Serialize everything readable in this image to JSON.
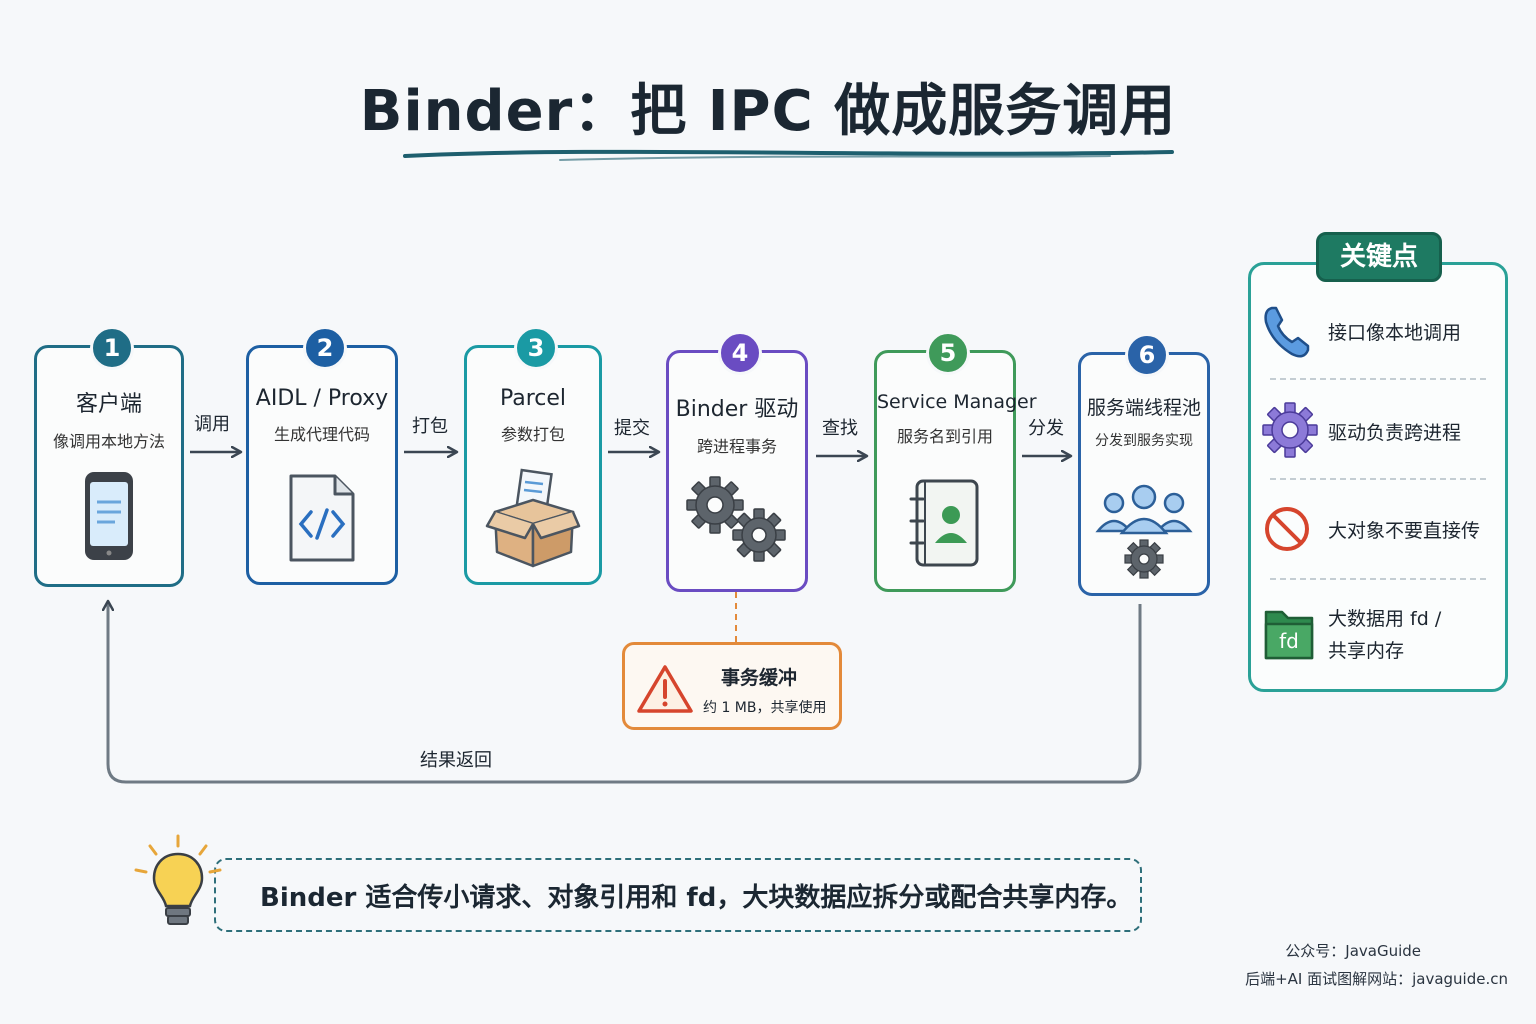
{
  "title": "Binder：把 IPC 做成服务调用",
  "colors": {
    "teal": "#1f6d86",
    "blue": "#1d5fa3",
    "cyan": "#1a9aa4",
    "purple": "#6a4cc2",
    "green": "#3f9a5a",
    "navy": "#2a63a8",
    "orange": "#e38a3a",
    "panel": "#2aa197"
  },
  "steps": [
    {
      "num": "1",
      "title": "客户端",
      "subtitle": "像调用本地方法",
      "icon": "smartphone-icon"
    },
    {
      "num": "2",
      "title": "AIDL / Proxy",
      "subtitle": "生成代理代码",
      "icon": "code-file-icon"
    },
    {
      "num": "3",
      "title": "Parcel",
      "subtitle": "参数打包",
      "icon": "package-box-icon"
    },
    {
      "num": "4",
      "title": "Binder 驱动",
      "subtitle": "跨进程事务",
      "icon": "gears-icon"
    },
    {
      "num": "5",
      "title": "Service Manager",
      "subtitle": "服务名到引用",
      "icon": "address-book-icon"
    },
    {
      "num": "6",
      "title": "服务端线程池",
      "subtitle": "分发到服务实现",
      "icon": "thread-pool-icon"
    }
  ],
  "edges": [
    "调用",
    "打包",
    "提交",
    "查找",
    "分发"
  ],
  "return_label": "结果返回",
  "callout": {
    "title": "事务缓冲",
    "subtitle": "约 1 MB，共享使用",
    "icon": "warning-icon"
  },
  "key_points": {
    "title": "关键点",
    "items": [
      {
        "text": "接口像本地调用",
        "icon": "phone-icon"
      },
      {
        "text": "驱动负责跨进程",
        "icon": "gear-icon"
      },
      {
        "text": "大对象不要直接传",
        "icon": "prohibited-icon"
      },
      {
        "text_line1": "大数据用 fd /",
        "text_line2": "共享内存",
        "icon": "fd-folder-icon",
        "icon_label": "fd"
      }
    ]
  },
  "tip": {
    "text": "Binder 适合传小请求、对象引用和 fd，大块数据应拆分或配合共享内存。",
    "icon": "lightbulb-icon"
  },
  "footer": {
    "line1": "公众号：JavaGuide",
    "line2": "后端+AI 面试图解网站：javaguide.cn"
  }
}
